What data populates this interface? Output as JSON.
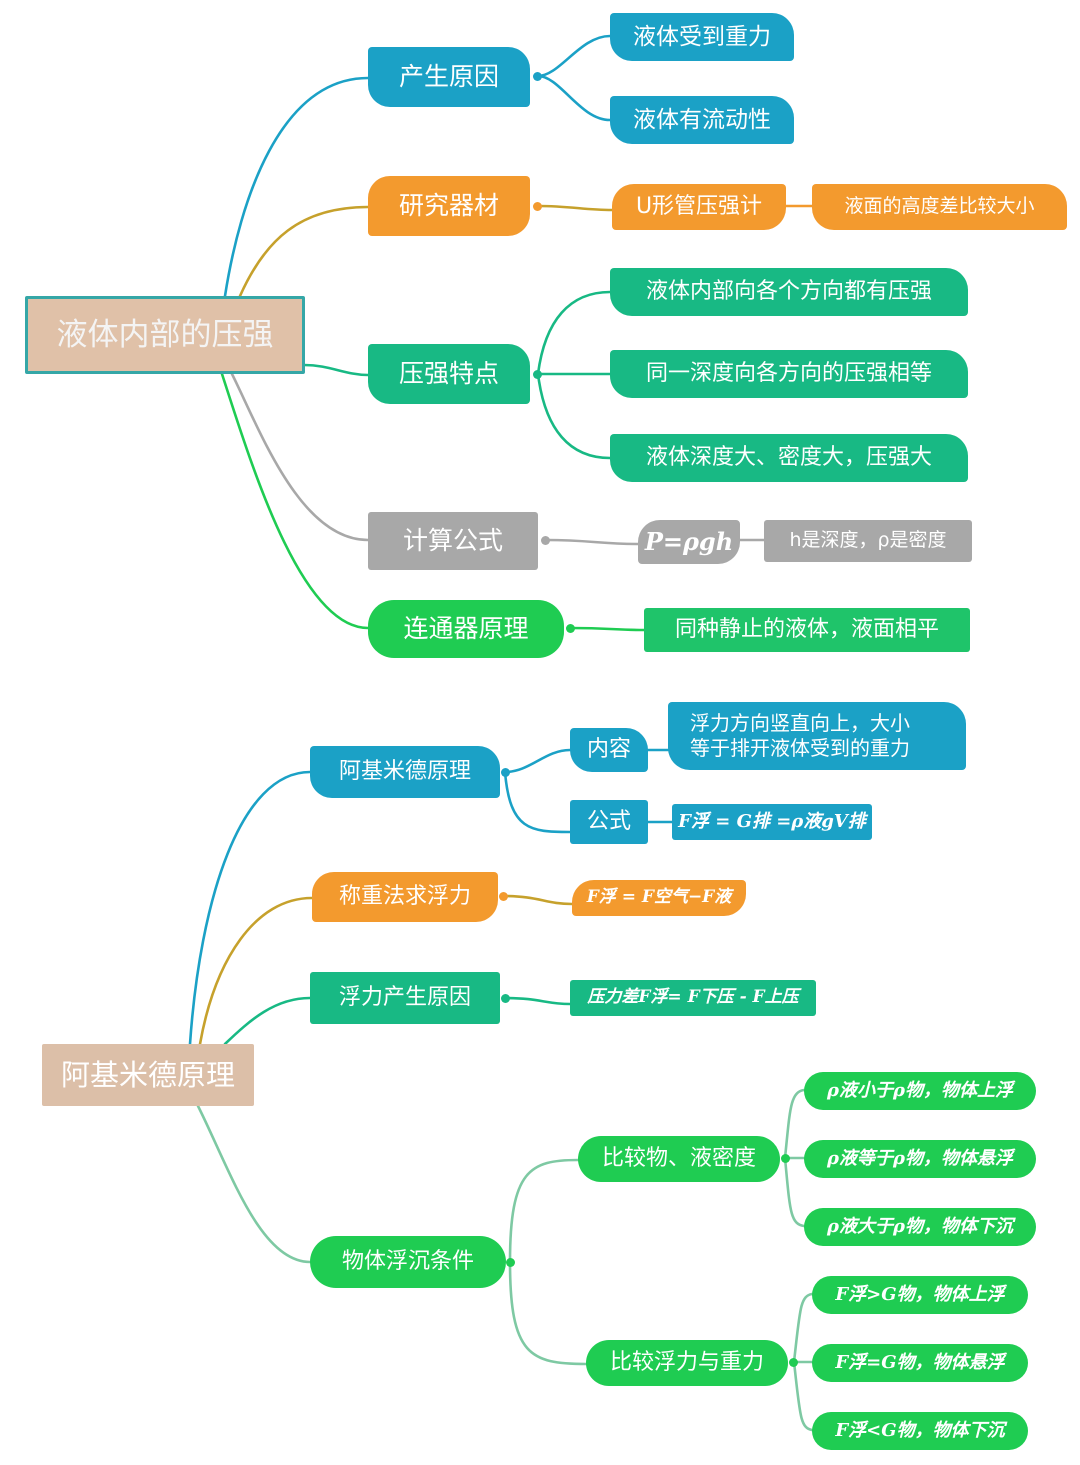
{
  "section1": {
    "root": "液体内部的压强",
    "cause": {
      "label": "产生原因",
      "items": [
        "液体受到重力",
        "液体有流动性"
      ]
    },
    "instrument": {
      "label": "研究器材",
      "tool": "U形管压强计",
      "note": "液面的高度差比较大小"
    },
    "features": {
      "label": "压强特点",
      "items": [
        "液体内部向各个方向都有压强",
        "同一深度向各方向的压强相等",
        "液体深度大、密度大，压强大"
      ]
    },
    "formula": {
      "label": "计算公式",
      "expr": "P=ρgh",
      "note": "h是深度，ρ是密度"
    },
    "connector": {
      "label": "连通器原理",
      "item": "同种静止的液体，液面相平"
    }
  },
  "section2": {
    "root": "阿基米德原理",
    "archimedes": {
      "label": "阿基米德原理",
      "content_label": "内容",
      "content_lines": [
        "浮力方向竖直向上，大小",
        "等于排开液体受到的重力"
      ],
      "formula_label": "公式",
      "formula": "F浮 = G排 =ρ液gV排"
    },
    "weighing": {
      "label": "称重法求浮力",
      "formula": "F浮 =  F空气−F液"
    },
    "buoyancy_cause": {
      "label": "浮力产生原因",
      "formula": "压力差F浮= F下压 - F上压"
    },
    "float_sink": {
      "label": "物体浮沉条件",
      "density": {
        "label": "比较物、液密度",
        "items": [
          "ρ液小于ρ物，物体上浮",
          "ρ液等于ρ物，物体悬浮",
          "ρ液大于ρ物，物体下沉"
        ]
      },
      "force": {
        "label": "比较浮力与重力",
        "items": [
          "F浮>G物，物体上浮",
          "F浮=G物，物体悬浮",
          "F浮<G物，物体下沉"
        ]
      }
    }
  },
  "colors": {
    "blue": "#1ba1c6",
    "orange": "#f39a2e",
    "teal": "#18b984",
    "gray": "#a8a8a8",
    "green": "#1fcc52",
    "root_fill": "#e0c1a8",
    "root_border": "#35a7a7"
  }
}
